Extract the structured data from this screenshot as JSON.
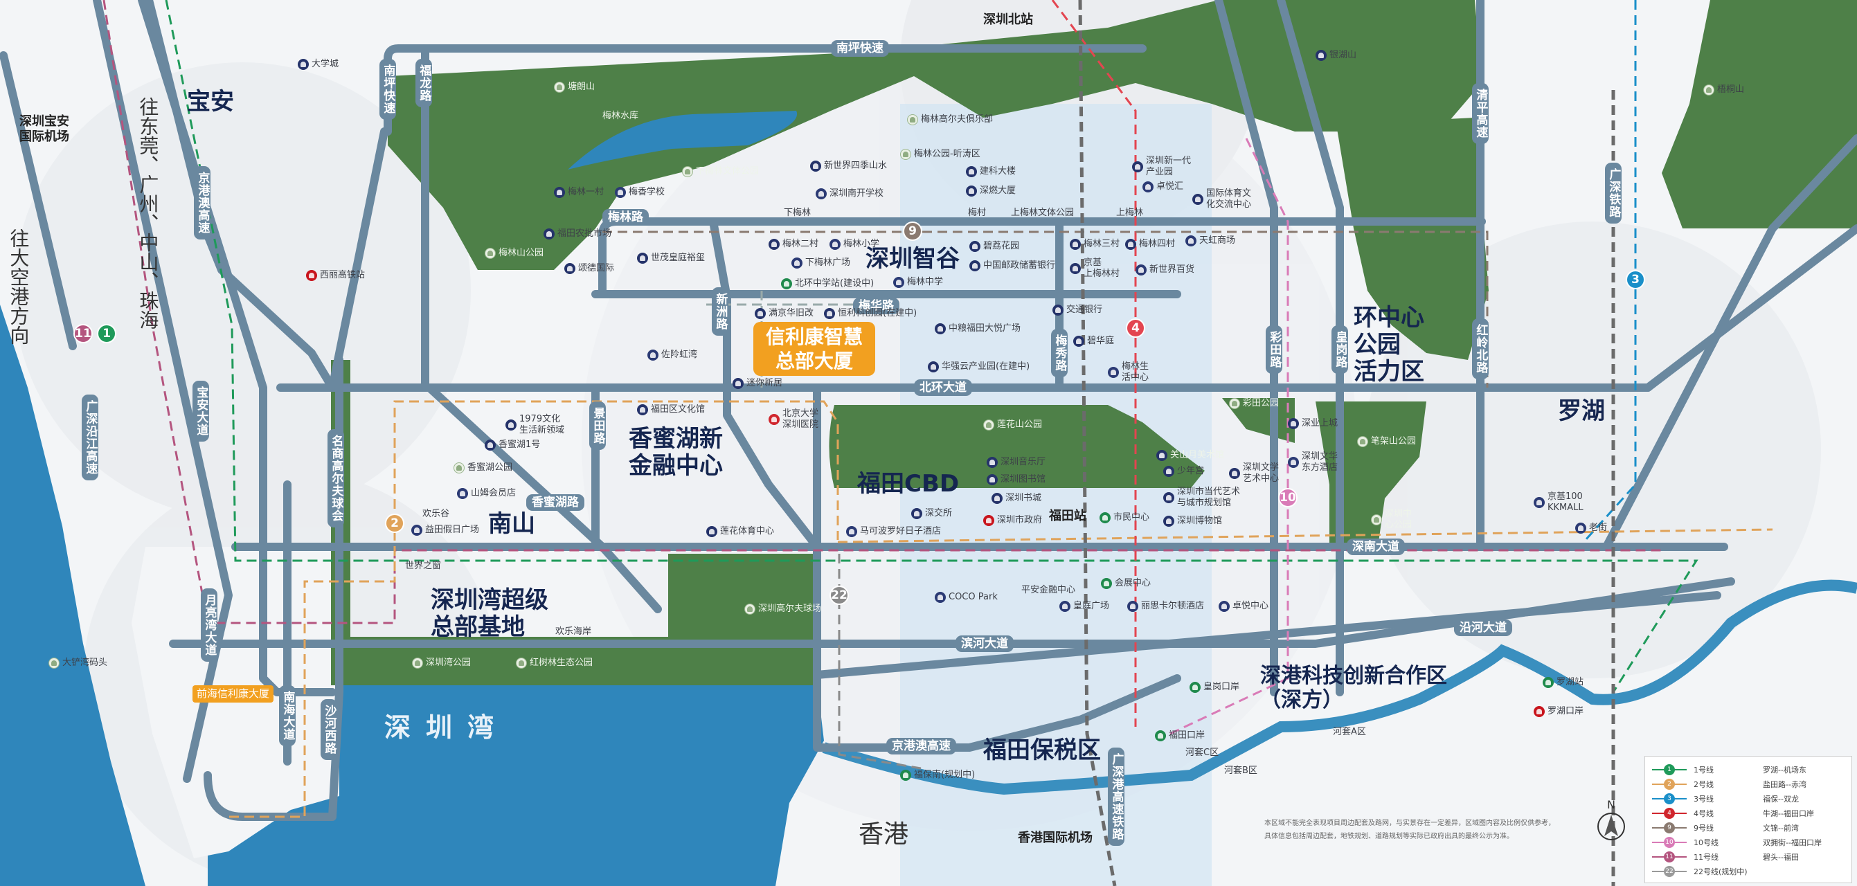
{
  "districts": [
    "宝安",
    "南山",
    "香蜜湖新\n金融中心",
    "福田CBD",
    "深圳智谷",
    "环中心\n  公园\n活力区",
    "罗湖",
    "深圳湾超级\n总部基地",
    "深港科技创新合作区\n（深方）",
    "福田保税区",
    "香港",
    "深圳湾"
  ],
  "highlights": {
    "project": "信利康智慧\n总部大厦",
    "qianhai": "前海信利康大厦"
  },
  "directions": [
    "往东莞、广州、中山、珠海",
    "往大空港方向"
  ],
  "airports": {
    "baoan": "深圳宝安\n国际机场",
    "hk": "香港国际机场"
  },
  "roads": [
    "南坪快速",
    "南坪快速",
    "福龙路",
    "京港澳高速",
    "宝安大道",
    "广深沿江高速",
    "梅林路",
    "梅华路",
    "北环大道",
    "新洲路",
    "景田路",
    "香蜜湖路",
    "梅秀路",
    "彩田路",
    "皇岗路",
    "红岭北路",
    "清平高速",
    "广深铁路",
    "深南大道",
    "滨河大道",
    "沿河大道",
    "月亮湾大道",
    "南海大道",
    "沙河西路",
    "京港澳高速",
    "广深港高速铁路",
    "名商高尔夫球会"
  ],
  "major_stations": [
    "深圳北站",
    "福田站"
  ],
  "pois": [
    "大学城",
    "塘朗山",
    "梅林水库",
    "银湖山",
    "梧桐山",
    "梅林高尔夫俱乐部",
    "梅林公园-听涛区",
    "下梅林文体公园",
    "梅林一村",
    "梅香学校",
    "梅林山公园",
    "福田农批市场",
    "颂德国际",
    "世茂皇庭裕玺",
    "新世界四季山水",
    "深圳南开学校",
    "下梅林",
    "梅村",
    "上梅林文体公园",
    "上梅林",
    "梅林二村",
    "梅林小学",
    "下梅林广场",
    "北环中学站(建设中)",
    "梅林中学",
    "碧荔花园",
    "中国邮政储蓄银行",
    "建科大楼",
    "深燃大厦",
    "梅林三村",
    "梅林四村",
    "京基\n上梅林村",
    "新世界百货",
    "深圳新一代\n产业园",
    "卓悦汇",
    "国际体育文\n化交流中心",
    "天虹商场",
    "交通银行",
    "碧华庭",
    "梅林生\n活中心",
    "中粮福田大悦广场",
    "华强云产业园(在建中)",
    "满京华旧改",
    "恒利科创园(在建中)",
    "迷你新居",
    "佐阾虹湾",
    "西丽高铁站",
    "福田区文化馆",
    "北京大学\n深圳医院",
    "1979文化\n生活新领域",
    "香蜜湖1号",
    "香蜜湖公园",
    "山姆会员店",
    "欢乐谷",
    "益田假日广场",
    "莲花体育中心",
    "莲花山公园",
    "彩田公园",
    "关山月美术馆",
    "深圳音乐厅",
    "深圳图书馆",
    "深圳书城",
    "深圳市政府",
    "深交所",
    "马可波罗好日子酒店",
    "少年宫",
    "深圳市当代艺术\n与城市规划馆",
    "深圳博物馆",
    "市民中心",
    "深圳文学\n艺术中心",
    "深业上城",
    "深圳文华\n东方酒店",
    "笔架山公园",
    "深圳中\n心公园",
    "京基100\nKKMALL",
    "老街",
    "世界之窗",
    "欢乐海岸",
    "深圳湾公园",
    "红树林生态公园",
    "深圳高尔夫球场",
    "COCO Park",
    "平安金融中心",
    "皇庭广场",
    "会展中心",
    "丽思卡尔顿酒店",
    "卓悦中心",
    "大铲湾码头",
    "福保南(规划中)",
    "福田口岸",
    "河套C区",
    "河套B区",
    "皇岗口岸",
    "河套A区",
    "罗湖站",
    "罗湖口岸"
  ],
  "metro_badges": [
    "1",
    "11",
    "2",
    "3",
    "4",
    "9",
    "10",
    "22"
  ],
  "legend": [
    {
      "num": "1",
      "name": "1号线",
      "route": "罗湖--机场东",
      "color": "#1f9a5a"
    },
    {
      "num": "2",
      "name": "2号线",
      "route": "盐田路--赤湾",
      "color": "#e0a35a"
    },
    {
      "num": "3",
      "name": "3号线",
      "route": "福保--双龙",
      "color": "#1a8fc9"
    },
    {
      "num": "4",
      "name": "4号线",
      "route": "牛湖--福田口岸",
      "color": "#d0262d"
    },
    {
      "num": "9",
      "name": "9号线",
      "route": "文锦--前湾",
      "color": "#8a7a70"
    },
    {
      "num": "10",
      "name": "10号线",
      "route": "双拥街--福田口岸",
      "color": "#d97bb7"
    },
    {
      "num": "11",
      "name": "11号线",
      "route": "碧头--福田",
      "color": "#b4557f"
    },
    {
      "num": "22",
      "name": "22号线(规划中)",
      "route": "",
      "color": "#9a9a9a"
    }
  ],
  "disclaimer": "本区域不能完全表现项目周边配套及路网，与实景存在一定差异，区域图内容及比例仅供参考，\n具体信息包括周边配套，地铁规划、道路规划等实际已政府出具的最终公示为准。",
  "compass_label": "N",
  "colors": {
    "park": "#4e8048",
    "water": "#2f86bb",
    "road": "#6a889f",
    "navy": "#152650",
    "highlight": "#f2a020"
  }
}
